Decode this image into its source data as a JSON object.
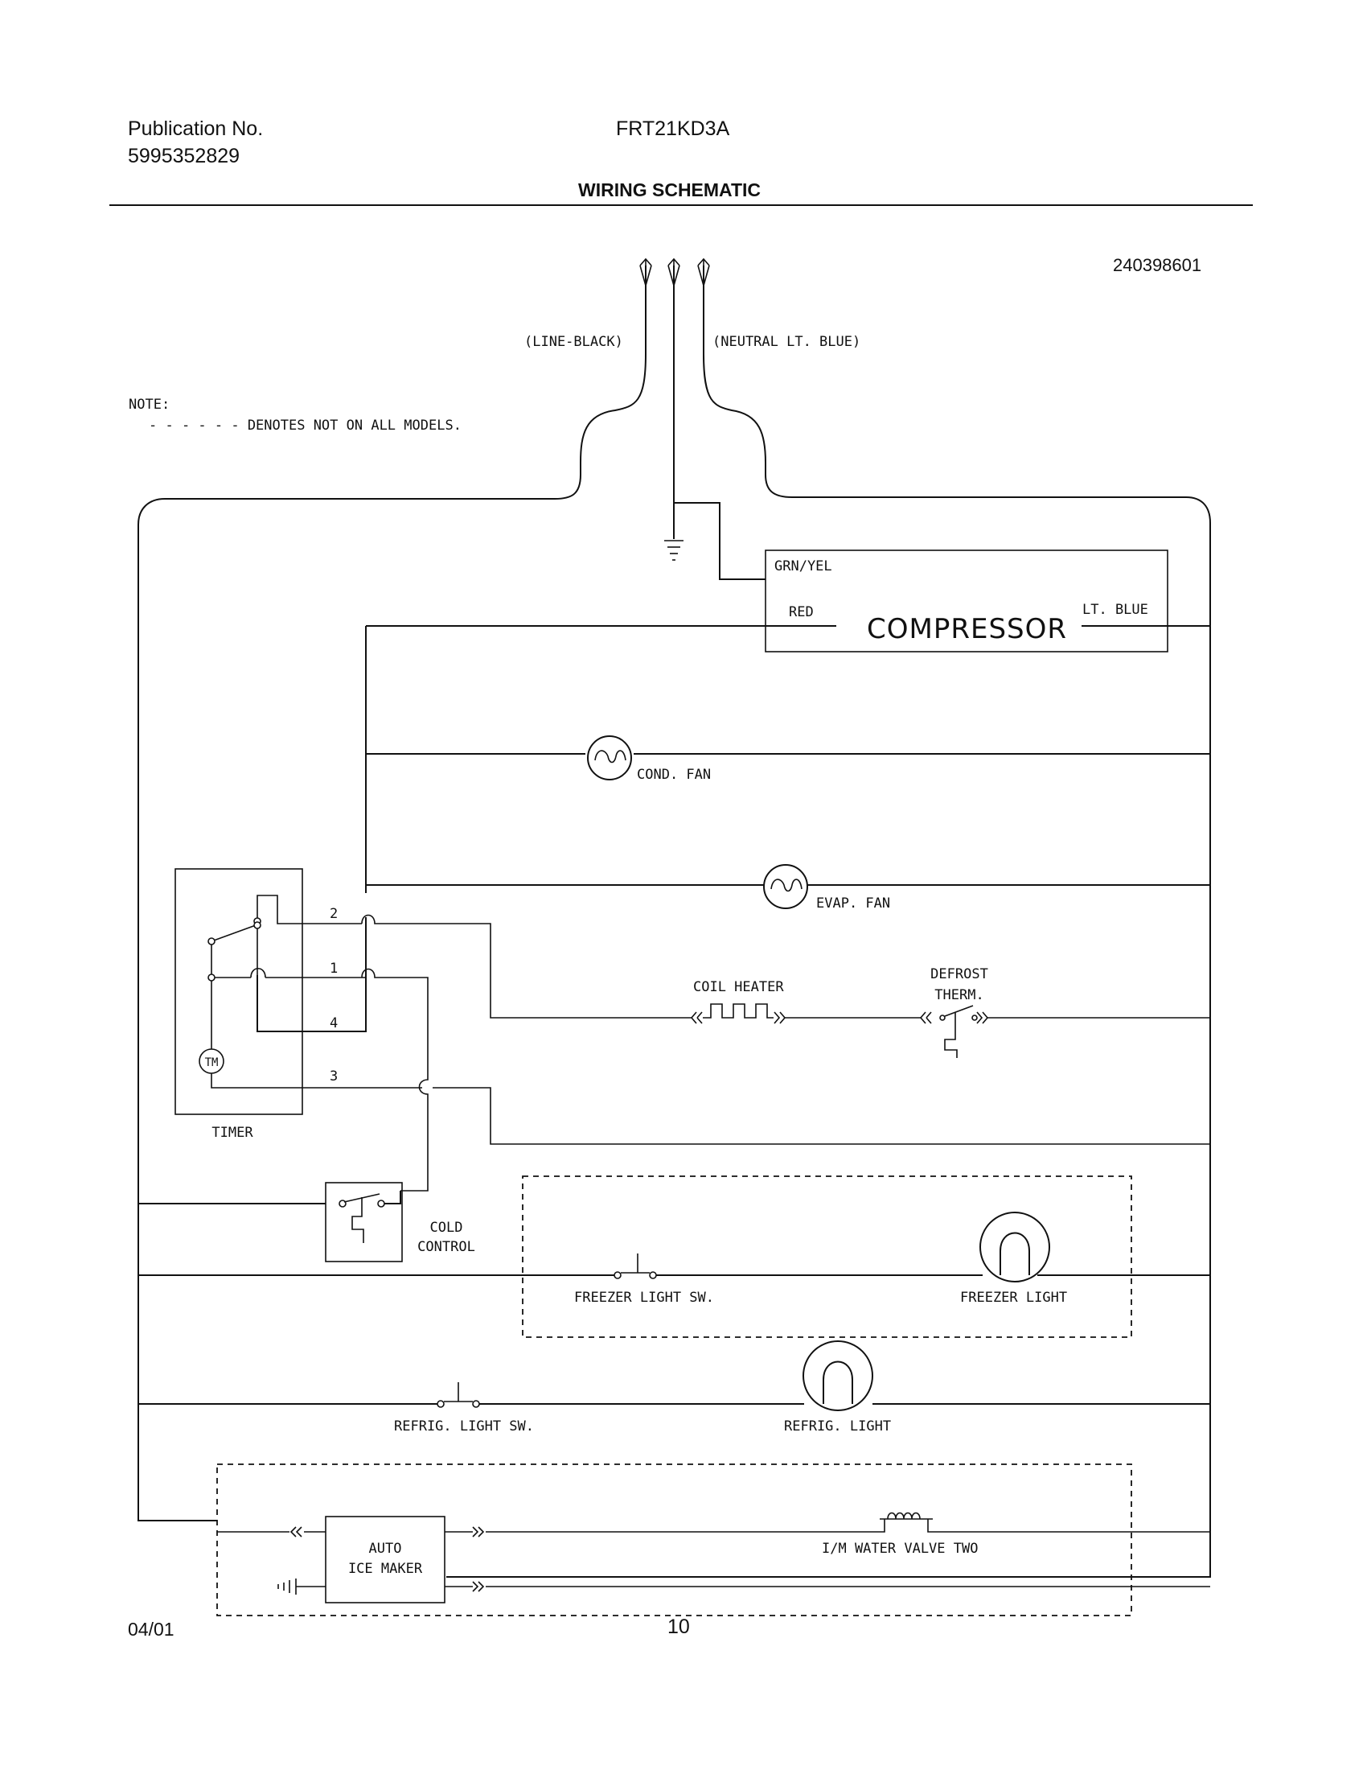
{
  "header": {
    "publication_label": "Publication No.",
    "publication_number": "5995352829",
    "model": "FRT21KD3A",
    "title": "WIRING SCHEMATIC",
    "drawing_number": "240398601"
  },
  "note": {
    "label": "NOTE:",
    "text": "- - - - - - DENOTES NOT ON ALL MODELS."
  },
  "wires": {
    "line": "(LINE-BLACK)",
    "neutral": "(NEUTRAL LT. BLUE)"
  },
  "compressor": {
    "name": "COMPRESSOR",
    "grn_yel": "GRN/YEL",
    "red": "RED",
    "lt_blue": "LT. BLUE"
  },
  "components": {
    "cond_fan": "COND. FAN",
    "evap_fan": "EVAP. FAN",
    "coil_heater": "COIL HEATER",
    "defrost_therm_1": "DEFROST",
    "defrost_therm_2": "THERM.",
    "timer": "TIMER",
    "timer_motor": "TM",
    "terminal_1": "1",
    "terminal_2": "2",
    "terminal_3": "3",
    "terminal_4": "4",
    "cold_control_1": "COLD",
    "cold_control_2": "CONTROL",
    "freezer_light_sw": "FREEZER LIGHT SW.",
    "freezer_light": "FREEZER LIGHT",
    "refrig_light_sw": "REFRIG. LIGHT SW.",
    "refrig_light": "REFRIG. LIGHT",
    "auto_ice_maker_1": "AUTO",
    "auto_ice_maker_2": "ICE MAKER",
    "water_valve": "I/M WATER VALVE TWO"
  },
  "footer": {
    "date": "04/01",
    "page": "10"
  }
}
